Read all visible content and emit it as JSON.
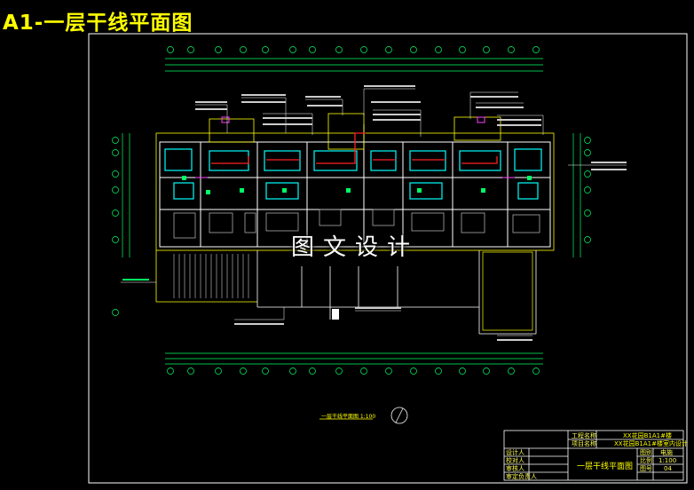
{
  "title": "A1-一层干线平面图",
  "watermark": "图文设计",
  "drawing": {
    "plan_caption": "一层干线平面图 1:100",
    "title_block": {
      "label_project": "工程名称",
      "project_name": "XX花园B1A1#楼",
      "label_item": "项目名称",
      "item_name": "XX花园B1A1#楼室内设计",
      "drawing_name": "一层干线平面图",
      "label_design": "设计人",
      "label_check": "校对人",
      "label_review": "审核人",
      "label_approve": "审定负责人",
      "field_stage_label": "图别",
      "field_stage": "电施",
      "field_scale_label": "比例",
      "field_scale": "1:100",
      "field_no_label": "图号",
      "field_no": "04"
    }
  }
}
